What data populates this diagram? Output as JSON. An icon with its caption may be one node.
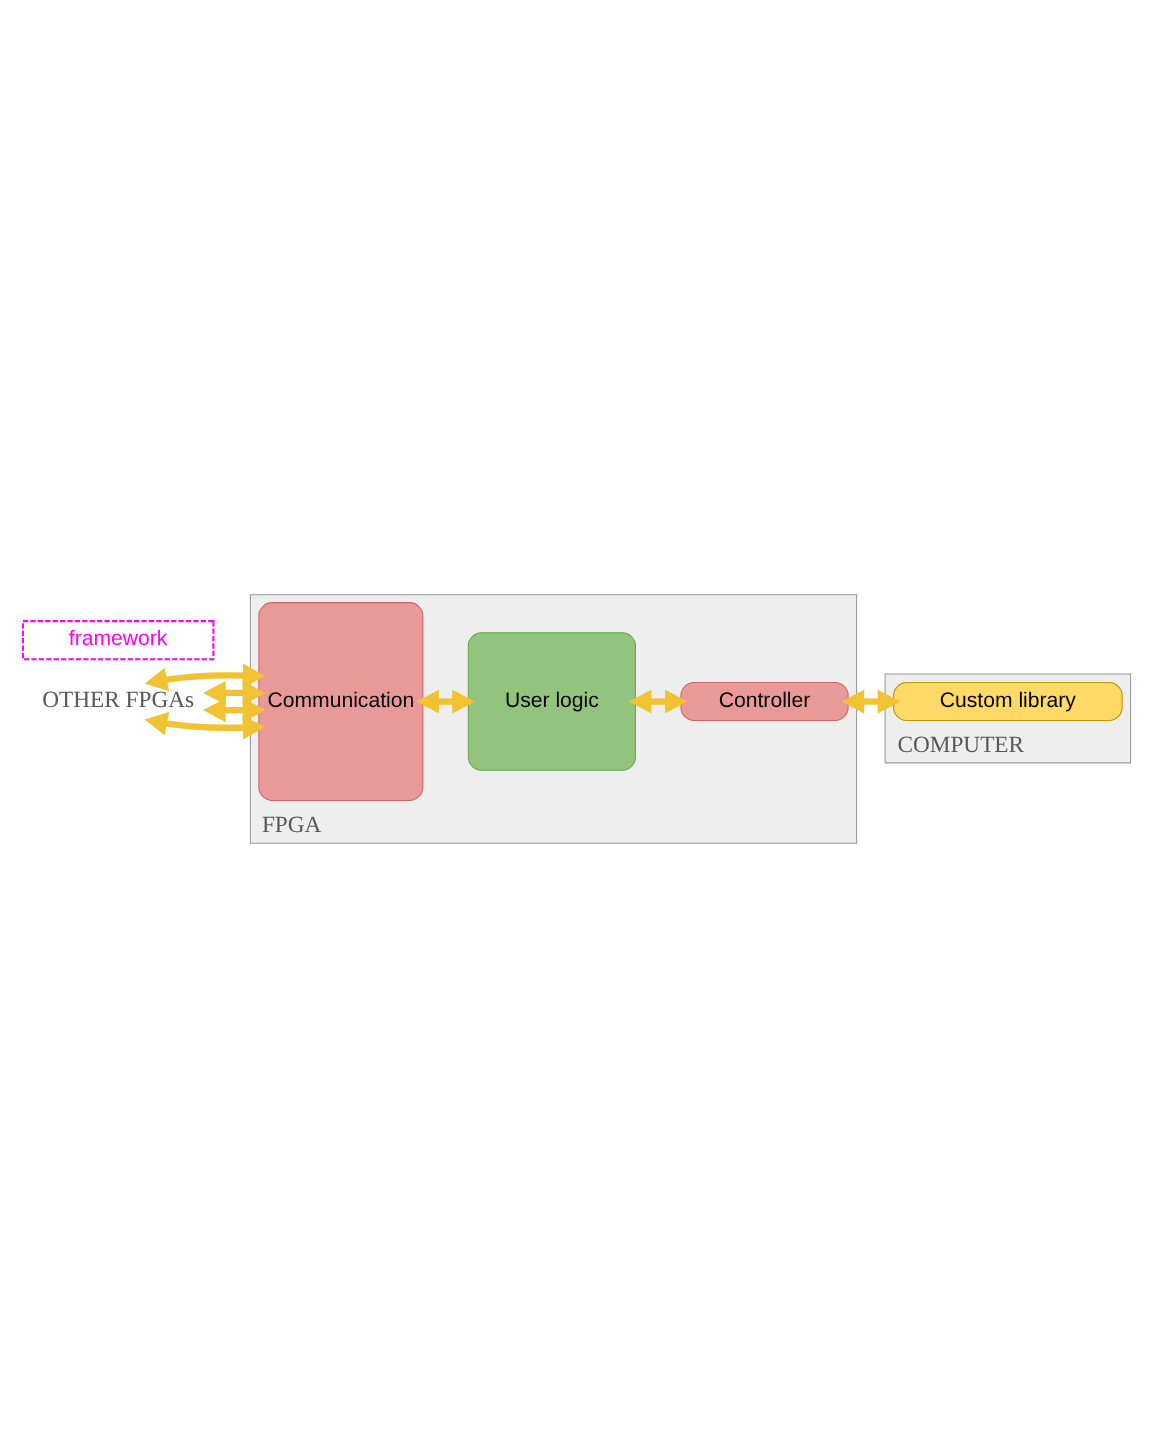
{
  "diagram": {
    "nodes": [
      {
        "text": [
          "FPGA"
        ]
      },
      {
        "text": [
          "Communication"
        ],
        "in": 0
      },
      {
        "text": [
          "User logic"
        ],
        "in": 0
      },
      {
        "text": [
          "Controller"
        ],
        "in": 0
      },
      {
        "text": [
          "COMPUTER"
        ]
      },
      {
        "text": [
          "Custom library"
        ],
        "in": 4
      },
      {
        "text": [
          "framework"
        ]
      },
      {
        "text": [
          "OTHER FPGAs"
        ]
      }
    ],
    "edges": [
      {
        "from": 7,
        "to": 1,
        "arrow": "both"
      },
      {
        "from": 7,
        "to": 1,
        "arrow": "both"
      },
      {
        "from": 7,
        "to": 1,
        "arrow": "both"
      },
      {
        "from": 7,
        "to": 1,
        "arrow": "both"
      },
      {
        "from": 1,
        "to": 2,
        "arrow": "both"
      },
      {
        "from": 2,
        "to": 3,
        "arrow": "both"
      },
      {
        "from": 3,
        "to": 5,
        "arrow": "both"
      }
    ]
  }
}
